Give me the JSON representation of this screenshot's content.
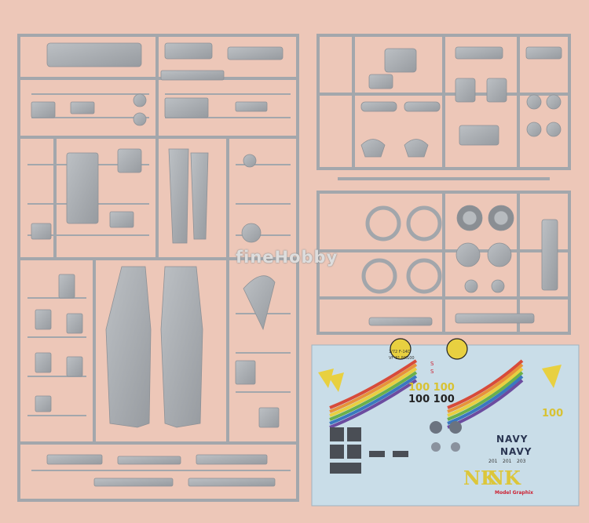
{
  "watermark": "fineHobby",
  "decal_sheet": {
    "navy_1": "NAVY",
    "navy_2": "NAVY",
    "modex_left_top": "100 100",
    "modex_left_bottom": "100 100",
    "modex_right": "100",
    "tail_letters_1": "NK",
    "tail_letters_2": "NK",
    "header_text": "1/72 F-14D",
    "subheader_text": "VF-31 NK100",
    "brand_text": "Model Graphix",
    "small_codes": [
      "S",
      "S",
      "201",
      "201",
      "203"
    ]
  },
  "colors": {
    "background": "#edc7b8",
    "plastic": "#a7abb0",
    "decal_sheet": "#c9dde8",
    "rainbow": [
      "#d84b3a",
      "#e8933a",
      "#e8d040",
      "#6ab04c",
      "#3a78c0",
      "#6c4ca0"
    ]
  }
}
